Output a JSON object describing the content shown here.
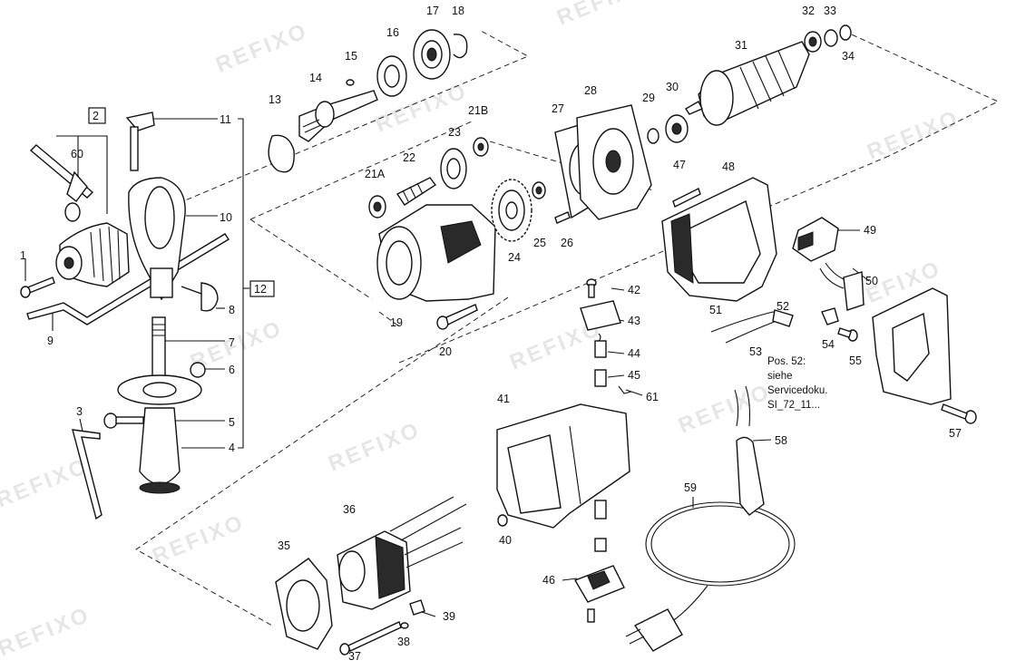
{
  "watermark": "REFIXO",
  "note": [
    "Pos. 52:",
    "siehe",
    "Servicedoku.",
    "SI_72_11..."
  ],
  "labels": [
    "1",
    "2",
    "3",
    "4",
    "5",
    "6",
    "7",
    "8",
    "9",
    "10",
    "11",
    "12",
    "13",
    "14",
    "15",
    "16",
    "17",
    "18",
    "19",
    "20",
    "21A",
    "21B",
    "22",
    "23",
    "24",
    "25",
    "26",
    "27",
    "28",
    "29",
    "30",
    "31",
    "32",
    "33",
    "34",
    "35",
    "36",
    "37",
    "38",
    "39",
    "40",
    "41",
    "42",
    "43",
    "44",
    "45",
    "46",
    "47",
    "48",
    "49",
    "50",
    "51",
    "52",
    "53",
    "54",
    "55",
    "57",
    "58",
    "59",
    "60",
    "61"
  ]
}
